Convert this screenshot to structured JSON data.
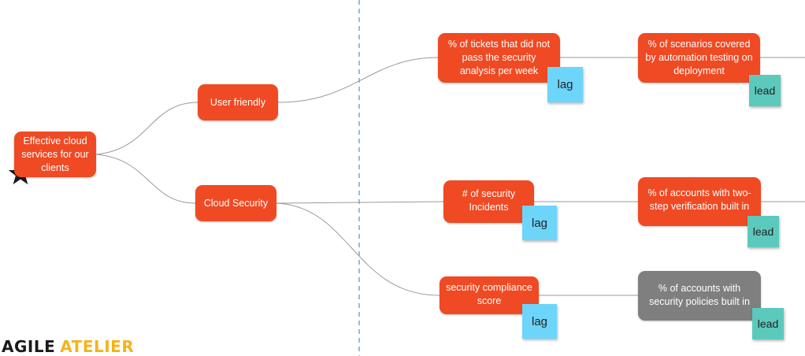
{
  "diagram": {
    "root": {
      "text": "Effective cloud services for our clients",
      "icon": "star-icon"
    },
    "branches": [
      {
        "text": "User friendly"
      },
      {
        "text": "Cloud Security"
      }
    ],
    "metrics": [
      {
        "text": "% of tickets that did not pass the security analysis per week",
        "tag": "lag"
      },
      {
        "text": "# of security Incidents",
        "tag": "lag"
      },
      {
        "text": "security compliance score",
        "tag": "lag"
      }
    ],
    "drivers": [
      {
        "text": "% of scenarios covered by automation testing on deployment",
        "tag": "lead"
      },
      {
        "text": "% of accounts with two-step verification built in",
        "tag": "lead"
      },
      {
        "text": "% of accounts with security policies built in",
        "tag": "lead"
      }
    ]
  },
  "colors": {
    "node": "#ef4a23",
    "node_inactive": "#7f7f7f",
    "lag_sticky": "#6dd5fa",
    "lead_sticky": "#5cc9bd",
    "divider": "#3a9ad9",
    "connector": "#9a9a9a"
  },
  "logo": {
    "part1": "AGILE",
    "part2": "ATELIER"
  }
}
